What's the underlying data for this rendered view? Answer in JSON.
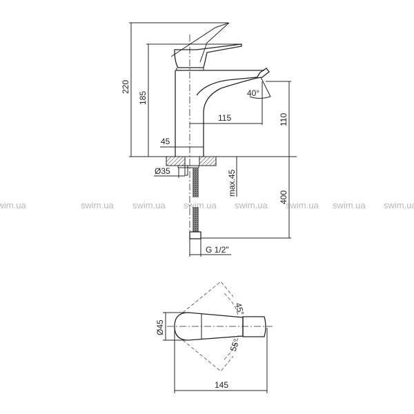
{
  "side_view": {
    "dimensions": {
      "total_height": "220",
      "handle_height": "185",
      "spout_height": "110",
      "spout_reach": "115",
      "body_width": "45",
      "hole_diameter": "Ø35",
      "max_counter_thickness": "max.45",
      "hose_length": "400",
      "connection_thread": "G 1/2\"",
      "spout_angle": "40°"
    }
  },
  "top_view": {
    "dimensions": {
      "handle_diameter": "Ø45",
      "total_length": "145",
      "rotation_up": "45°",
      "rotation_down": "55°"
    }
  },
  "watermark": [
    "swim.ua",
    "swim.ua",
    "swim.ua",
    "swim.ua",
    "swim.ua",
    "swim.ua",
    "swim.ua",
    "swim.ua"
  ]
}
